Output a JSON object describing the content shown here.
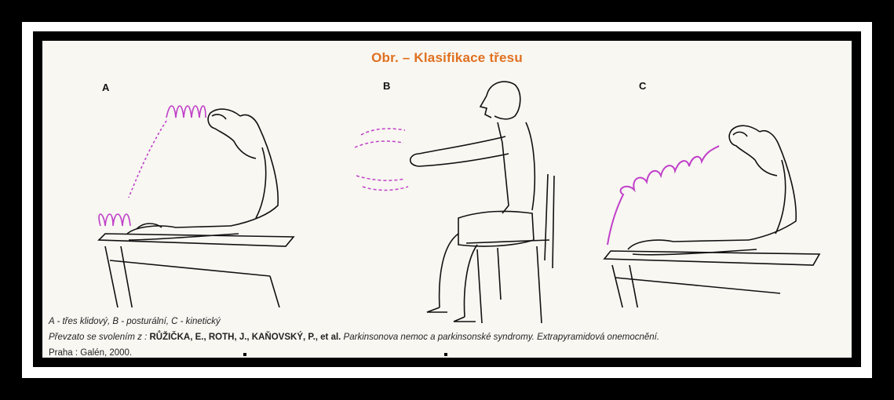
{
  "title": "Obr. – Klasifikace třesu",
  "panels": {
    "a_label": "A",
    "b_label": "B",
    "c_label": "C"
  },
  "caption": {
    "line1": "A - třes klidový, B - posturální, C - kinetický",
    "line2_prefix": "Převzato se svolením z : ",
    "line2_authors": "RŮŽIČKA, E., ROTH, J., KAŇOVSKÝ, P., et al.",
    "line2_work": " Parkinsonova nemoc a parkinsonské syndromy. Extrapyramidová onemocnění.",
    "line3": "Praha : Galén, 2000."
  },
  "colors": {
    "background": "#000000",
    "frame": "#ffffff",
    "panel": "#f8f7f2",
    "title": "#e07020",
    "tremor": "#c040c8",
    "ink": "#111111"
  },
  "icons": {
    "figure_a": "resting-arm-on-table-illustration",
    "figure_b": "seated-man-arms-outstretched-illustration",
    "figure_c": "arm-reaching-illustration"
  }
}
